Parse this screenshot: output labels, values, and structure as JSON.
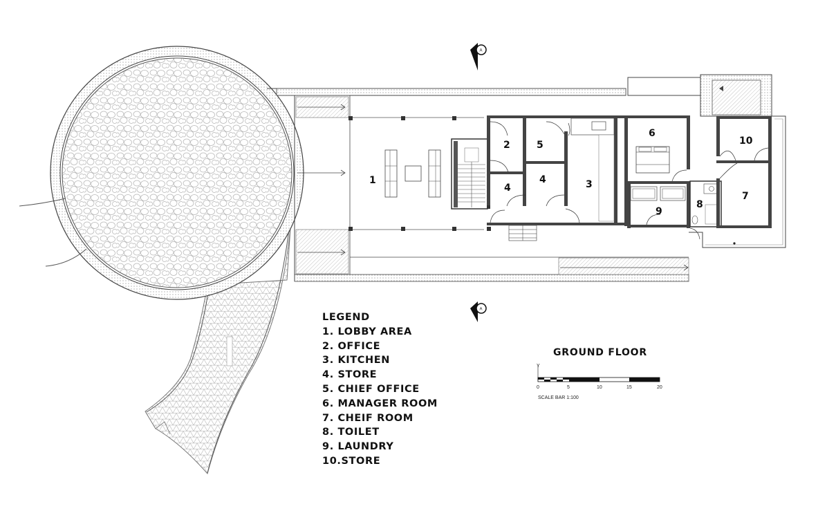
{
  "plan": {
    "title": "GROUND FLOOR",
    "rooms": [
      {
        "id": "room-1",
        "label": "1"
      },
      {
        "id": "room-2",
        "label": "2"
      },
      {
        "id": "room-5",
        "label": "5"
      },
      {
        "id": "room-4a",
        "label": "4"
      },
      {
        "id": "room-4b",
        "label": "4"
      },
      {
        "id": "room-3",
        "label": "3"
      },
      {
        "id": "room-6",
        "label": "6"
      },
      {
        "id": "room-9",
        "label": "9"
      },
      {
        "id": "room-8",
        "label": "8"
      },
      {
        "id": "room-10",
        "label": "10"
      },
      {
        "id": "room-7",
        "label": "7"
      }
    ],
    "section_marker": "A"
  },
  "legend": {
    "title": "LEGEND",
    "items": [
      "1. LOBBY AREA",
      "2. OFFICE",
      "3. KITCHEN",
      "4. STORE",
      "5. CHIEF OFFICE",
      "6. MANAGER ROOM",
      "7. CHEIF ROOM",
      "8. TOILET",
      "9. LAUNDRY",
      "10.STORE"
    ]
  },
  "scale_bar": {
    "caption": "SCALE BAR 1:100",
    "ticks": [
      "0",
      "5",
      "10",
      "15",
      "20"
    ],
    "axis_label": "Y"
  }
}
